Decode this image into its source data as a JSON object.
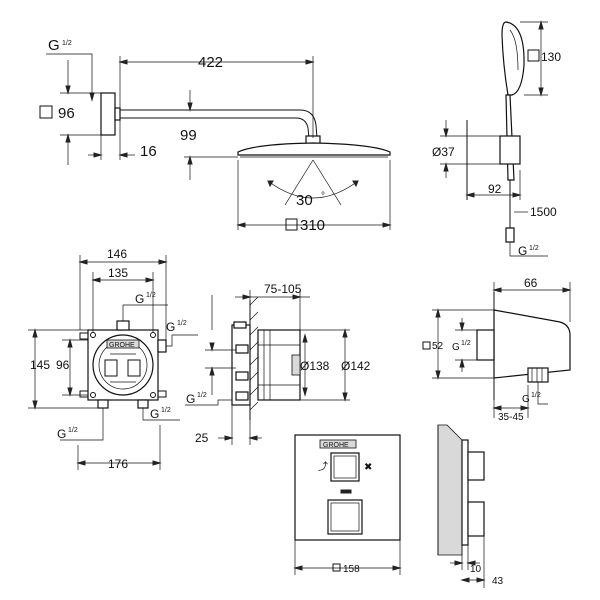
{
  "colors": {
    "line": "#111111",
    "background": "#ffffff",
    "hatch": "#d9d9d9"
  },
  "shower_head": {
    "g_thread": "G",
    "g_fraction": "1/2",
    "arm_length": "422",
    "wall_plate_square": "96",
    "plate_depth": "16",
    "drop": "99",
    "tilt_angle": "30",
    "head_square": "310"
  },
  "hand_shower": {
    "head_square": "130",
    "holder_diameter": "Ø37",
    "holder_projection": "92",
    "hose_length": "1500",
    "g_thread": "G",
    "g_fraction": "1/2"
  },
  "concealed_body_front": {
    "overall_width": "146",
    "mounting_width": "135",
    "top_g_thread": "G",
    "top_g_fraction": "1/2",
    "right_g_thread": "G",
    "right_g_fraction": "1/2",
    "bottom_right_g_thread": "G",
    "bottom_right_g_fraction": "1/2",
    "bottom_left_g_thread": "G",
    "bottom_left_g_fraction": "1/2",
    "height_outer": "145",
    "height_inner": "96",
    "base_width": "176",
    "brand": "GROHE"
  },
  "concealed_body_side": {
    "depth_range": "75-105",
    "seal_diameter": "Ø138",
    "cover_diameter": "Ø142",
    "g_thread": "G",
    "g_fraction": "1/2",
    "offset": "25"
  },
  "wall_outlet": {
    "depth": "66",
    "plate_square": "52",
    "inlet_g_thread": "G",
    "inlet_g_fraction": "1/2",
    "outlet_g_thread": "G",
    "outlet_g_fraction": "1/2",
    "range": "35-45"
  },
  "trim_plate": {
    "width_square": "158",
    "brand": "GROHE",
    "handle_depth": "10",
    "total_depth": "43"
  }
}
